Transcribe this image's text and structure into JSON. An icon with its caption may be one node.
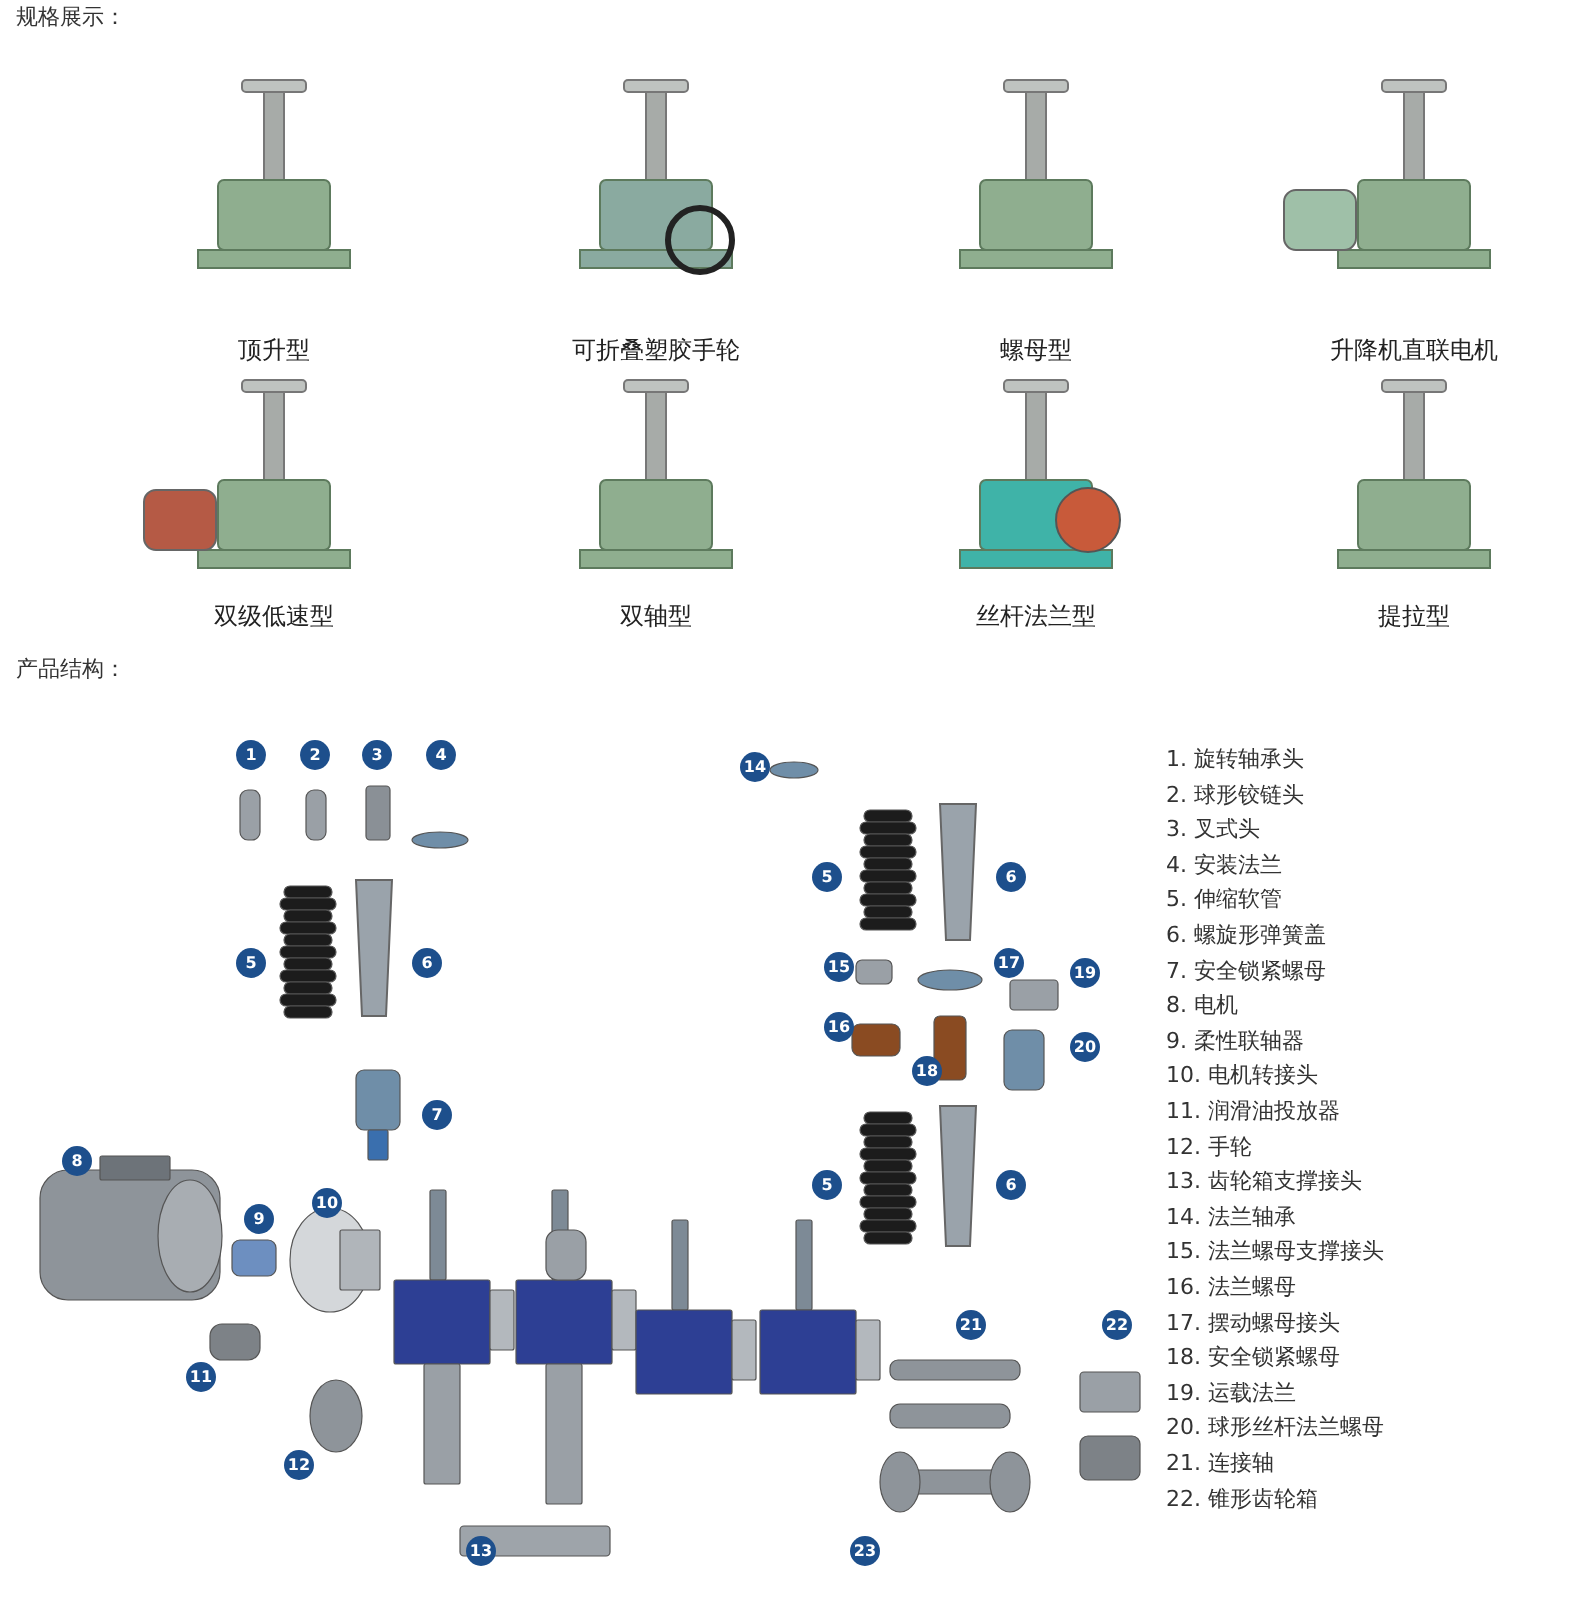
{
  "diagram": {
    "title": "规格展示：",
    "labels": [
      "顶升型",
      "可折叠塑胶手轮",
      "螺母型",
      "升降机直联电机",
      "双级低速型",
      "双轴型",
      "丝杆法兰型",
      "提拉型",
      "产品结构：",
      "1",
      "2",
      "3",
      "4",
      "14",
      "5",
      "6",
      "5",
      "6",
      "15",
      "17",
      "19",
      "16",
      "20",
      "18",
      "7",
      "5",
      "6",
      "8",
      "10",
      "9",
      "21",
      "22",
      "11",
      "12",
      "13",
      "23",
      "1. 旋转轴承头",
      "2. 球形铰链头",
      "3. 叉式头",
      "4. 安装法兰",
      "5. 伸缩软管",
      "6. 螺旋形弹簧盖",
      "7. 安全锁紧螺母",
      "8. 电机",
      "9. 柔性联轴器",
      "10. 电机转接头",
      "11. 润滑油投放器",
      "12. 手轮",
      "13. 齿轮箱支撑接头",
      "14. 法兰轴承",
      "15. 法兰螺母支撑接头",
      "16. 法兰螺母",
      "17. 摆动螺母接头",
      "18. 安全锁紧螺母",
      "19. 运载法兰",
      "20. 球形丝杆法兰螺母",
      "21. 连接轴",
      "22. 锥形齿轮箱"
    ]
  }
}
